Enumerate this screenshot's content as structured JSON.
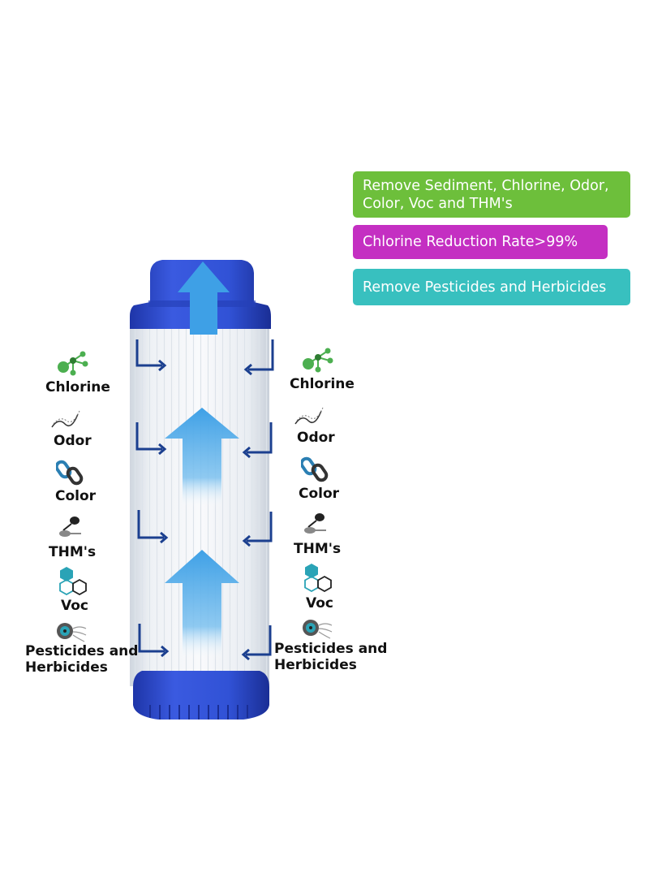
{
  "badges": [
    {
      "text": "Remove Sediment, Chlorine, Odor, Color, Voc and THM's",
      "color": "#6dbf3b"
    },
    {
      "text": "Chlorine Reduction Rate>99%",
      "color": "#c42fc2"
    },
    {
      "text": "Remove Pesticides and Herbicides",
      "color": "#38c0bf"
    }
  ],
  "contaminants": {
    "chlorine": "Chlorine",
    "odor": "Odor",
    "color": "Color",
    "thms": "THM's",
    "voc": "Voc",
    "pesticides_line1": "Pesticides and",
    "pesticides_line2": "Herbicides"
  },
  "colors": {
    "cap": "#2f4ec8",
    "arrow": "#3ea0e6",
    "inflow_arrow": "#1b3f8f",
    "chlorine_icon": "#4caf50",
    "color_icon": "#2b7fb3",
    "voc_icon": "#2aa3b6"
  }
}
